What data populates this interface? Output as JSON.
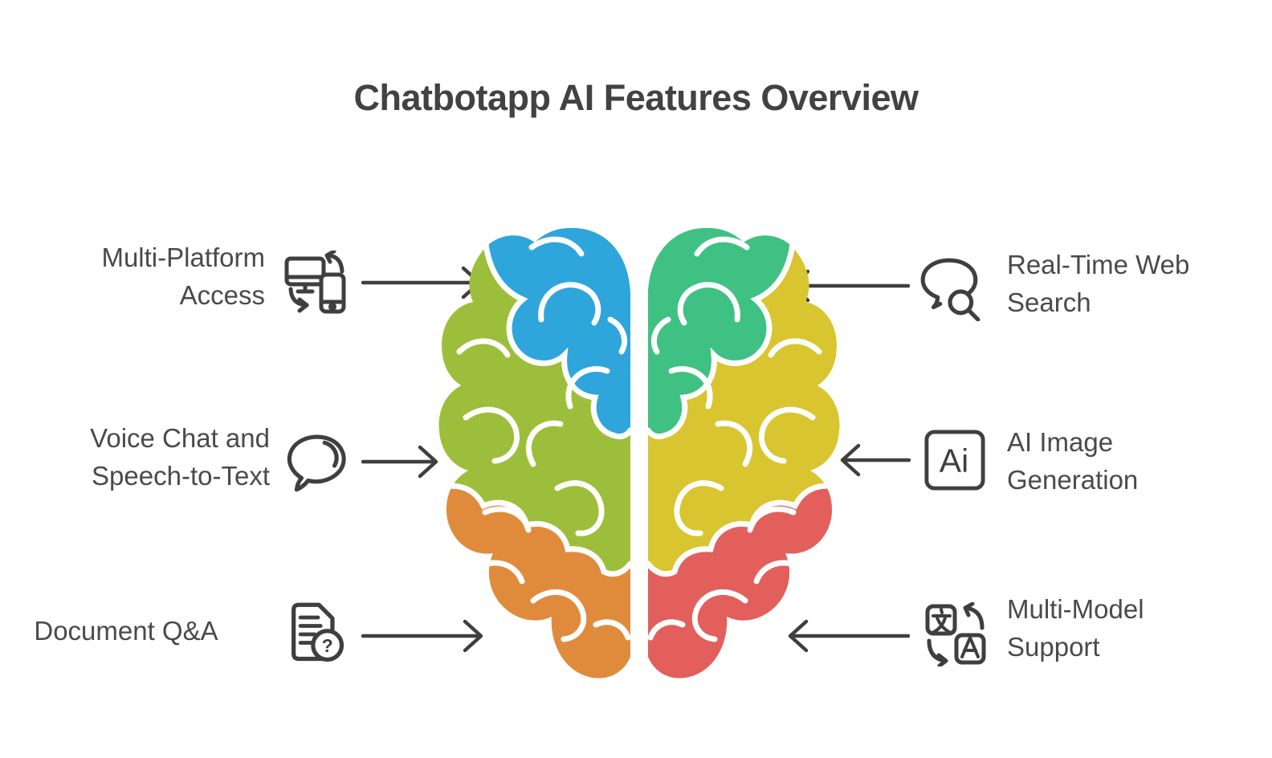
{
  "title": "Chatbotapp AI Features Overview",
  "features": {
    "left": [
      {
        "name": "multi-platform-access",
        "line1": "Multi-Platform",
        "line2": "Access",
        "icon": "devices-sync-icon"
      },
      {
        "name": "voice-chat-speech-to-text",
        "line1": "Voice Chat and",
        "line2": "Speech-to-Text",
        "icon": "speech-bubble-icon"
      },
      {
        "name": "document-qa",
        "line1": "Document Q&A",
        "line2": "",
        "icon": "document-question-icon"
      }
    ],
    "right": [
      {
        "name": "real-time-web-search",
        "line1": "Real-Time Web",
        "line2": "Search",
        "icon": "chat-search-icon"
      },
      {
        "name": "ai-image-generation",
        "line1": "AI Image",
        "line2": "Generation",
        "icon": "ai-box-icon"
      },
      {
        "name": "multi-model-support",
        "line1": "Multi-Model",
        "line2": "Support",
        "icon": "translate-icon"
      }
    ]
  },
  "icon_glyphs": {
    "ai_badge": "Ai",
    "question_mark": "?",
    "translate_source": "文",
    "translate_target": "A"
  },
  "colors": {
    "title_text": "#424242",
    "label_text": "#4a4a4a",
    "stroke": "#3f3f3f",
    "brain_blue": "#2ea5db",
    "brain_green": "#3fc183",
    "brain_chartreuse": "#9dbe3b",
    "brain_yellow": "#d9c52f",
    "brain_orange": "#e08b3c",
    "brain_red": "#e25f5b"
  }
}
